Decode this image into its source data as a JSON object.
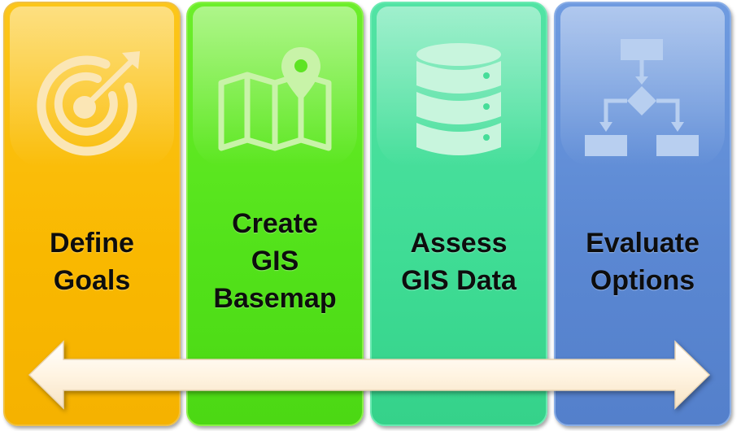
{
  "steps": [
    {
      "line1": "Define",
      "line2": "Goals",
      "icon": "target-icon",
      "color": "#f9b800"
    },
    {
      "line1": "Create",
      "line2": "GIS",
      "line3": "Basemap",
      "icon": "map-pin-icon",
      "color": "#52e21a"
    },
    {
      "line1": "Assess",
      "line2": "GIS Data",
      "icon": "database-icon",
      "color": "#3fdc95"
    },
    {
      "line1": "Evaluate",
      "line2": "Options",
      "icon": "flowchart-icon",
      "color": "#5a87d2"
    }
  ],
  "timeline": {
    "icon": "double-arrow-icon",
    "color": "#fff2dc"
  }
}
